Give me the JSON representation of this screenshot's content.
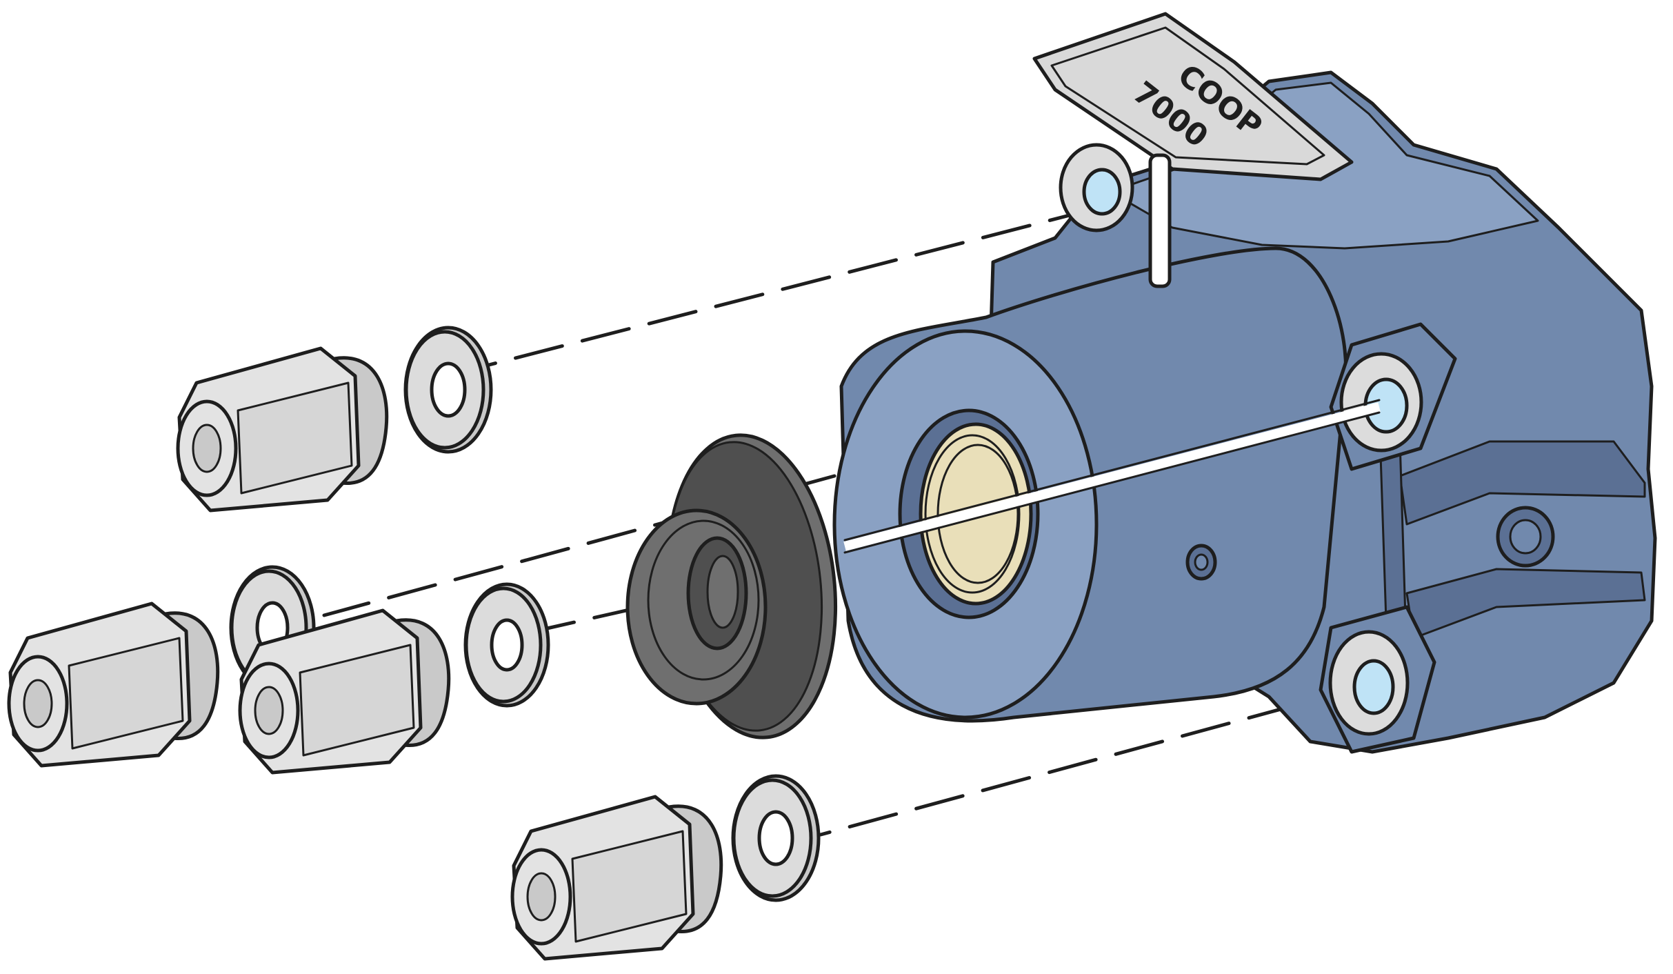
{
  "colors": {
    "housing_fill": "#7189ad",
    "housing_shadow": "#5b7094",
    "housing_highlight": "#8aa1c3",
    "bore_fill": "#e9dfb9",
    "hole_fill": "#bfe3f6",
    "nut_fill": "#e3e3e3",
    "nut_shade": "#c9c9c9",
    "washer_fill": "#dcdcdc",
    "seal_fill": "#6f6f6f",
    "seal_dark": "#4f4f4f",
    "tag_fill": "#d9d9d9",
    "outline": "#1e1e1e"
  },
  "tag": {
    "brand_text": "COOP",
    "code_text": "7000"
  },
  "parts": [
    {
      "name": "pump-housing",
      "icon": "housing-icon"
    },
    {
      "name": "lip-seal",
      "icon": "seal-icon"
    },
    {
      "name": "cap-nut",
      "icon": "nut-icon",
      "count": 4
    },
    {
      "name": "flat-washer",
      "icon": "washer-icon",
      "count": 4
    },
    {
      "name": "identification-tag",
      "icon": "tag-icon"
    }
  ]
}
